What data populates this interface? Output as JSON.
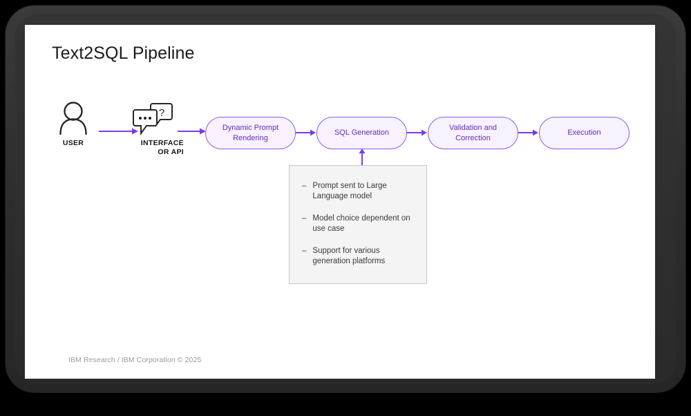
{
  "slide": {
    "title": "Text2SQL Pipeline",
    "footer": "IBM Research / IBM Corporation © 2025",
    "accent_purple": "#8a5cf0",
    "pill_text_color": "#6929c4",
    "pill_fill": "#f7f2fd",
    "callout_fill": "#f4f4f4",
    "callout_border": "#c6c6c6",
    "bezel_color": "#2e2e2e",
    "page_background": "#000000"
  },
  "diagram": {
    "start_nodes": [
      {
        "icon": "user-icon",
        "caption": "USER"
      },
      {
        "icon": "chat-bubbles-icon",
        "caption": "INTERFACE\nOR API"
      }
    ],
    "stages": [
      {
        "label": "Dynamic Prompt Rendering",
        "line1": "Dynamic Prompt",
        "line2": "Rendering"
      },
      {
        "label": "SQL Generation",
        "line1": "SQL Generation",
        "line2": ""
      },
      {
        "label": "Validation and Correction",
        "line1": "Validation and",
        "line2": "Correction"
      },
      {
        "label": "Execution",
        "line1": "Execution",
        "line2": ""
      }
    ],
    "callout": {
      "target_stage": "SQL Generation",
      "bullet_marker": "–",
      "items": [
        "Prompt sent to Large Language model",
        "Model choice dependent on use case",
        "Support for various generation platforms"
      ]
    }
  }
}
